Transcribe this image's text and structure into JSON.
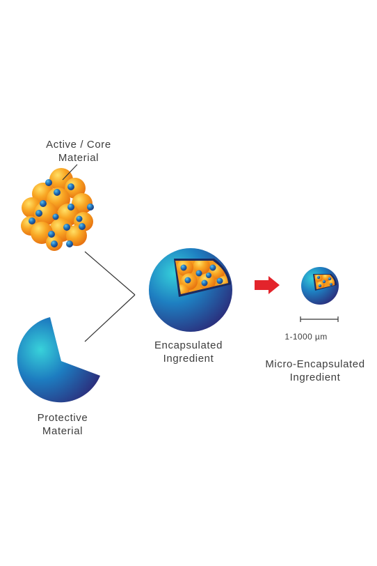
{
  "labels": {
    "active_core_line1": "Active / Core",
    "active_core_line2": "Material",
    "protective_line1": "Protective",
    "protective_line2": "Material",
    "encapsulated_line1": "Encapsulated",
    "encapsulated_line2": "Ingredient",
    "micro_line1": "Micro-Encapsulated",
    "micro_line2": "Ingredient",
    "scale": "1-1000 µm"
  },
  "colors": {
    "core_orange": "#F7A21B",
    "core_orange_light": "#FFD24A",
    "core_orange_dark": "#E0700F",
    "shell_blue_light": "#2FC4D6",
    "shell_blue_mid": "#1C74B8",
    "shell_blue_dark": "#2A2F7E",
    "arrow_red": "#E3242B",
    "line_gray": "#333333"
  },
  "icons": {
    "core_cluster": "orange-sphere-cluster-icon",
    "protective_shell": "open-blue-sphere-icon",
    "encapsulated": "cutaway-blue-sphere-icon",
    "micro": "small-cutaway-sphere-icon",
    "arrow": "red-right-arrow-icon"
  }
}
